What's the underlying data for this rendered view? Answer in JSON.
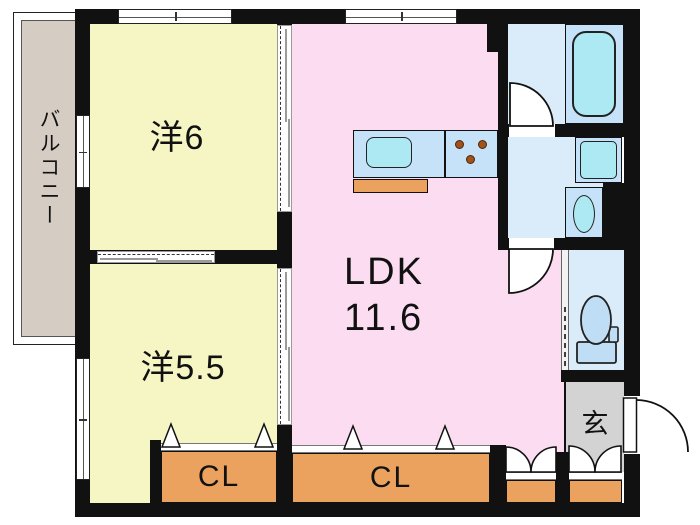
{
  "plan": {
    "balcony": {
      "label": "バルコニー"
    },
    "rooms": {
      "room1": {
        "label": "洋6"
      },
      "room2": {
        "label": "洋5.5"
      },
      "ldk": {
        "name": "LDK",
        "size": "11.6"
      },
      "entrance": {
        "label": "玄"
      }
    },
    "closets": {
      "cl_left": "CL",
      "cl_right": "CL"
    },
    "fixtures": [
      "bathtub-icon",
      "washing-machine-icon",
      "washbasin-icon",
      "toilet-icon",
      "kitchen-sink-icon",
      "stove-burners-icon",
      "door-swing-arc",
      "sliding-door",
      "folding-door-marker",
      "double-door-arc",
      "window"
    ],
    "colors": {
      "wall": "#111111",
      "room_yellow": "#f6f6c5",
      "ldk_pink": "#fbdcf1",
      "closet_orange": "#eba25e",
      "balcony_beige": "#d5ccc4",
      "entrance_grey": "#d3d3d3",
      "wet_floor_blue": "#daecfa",
      "fixture_blue": "#c6e2f8",
      "fixture_cyan": "#ace9f2",
      "burner_brown": "#a0521a"
    }
  }
}
